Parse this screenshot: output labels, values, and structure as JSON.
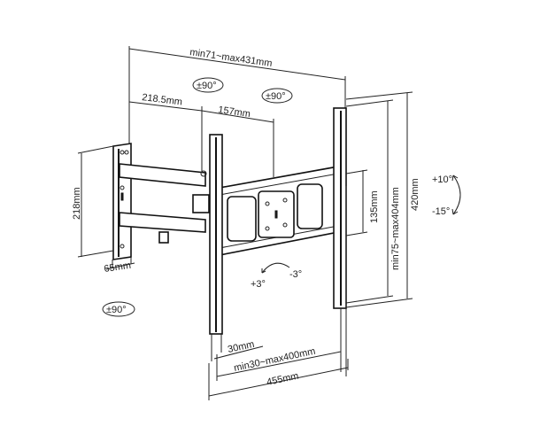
{
  "diagram": {
    "dimensions": {
      "arm_extension": "min71~max431mm",
      "arm_segment_1": "218.5mm",
      "arm_segment_2": "157mm",
      "wall_plate_height": "218mm",
      "wall_plate_width": "65mm",
      "tv_plate_height": "135mm",
      "vesa_vertical": "min75~max404mm",
      "rail_height": "420mm",
      "rail_width": "30mm",
      "vesa_horizontal": "min30~max400mm",
      "overall_width": "455mm"
    },
    "rotations": {
      "swivel_1": "±90°",
      "swivel_2": "±90°",
      "swivel_3": "±90°",
      "tilt_up": "+10°",
      "tilt_down": "-15°",
      "level_plus": "+3°",
      "level_minus": "-3°"
    }
  }
}
